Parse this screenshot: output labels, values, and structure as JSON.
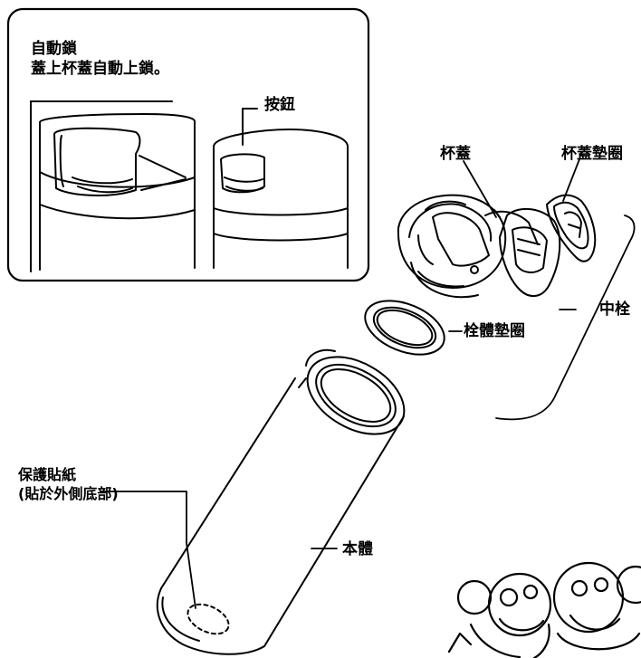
{
  "inset": {
    "title": "自動鎖",
    "subtitle": "蓋上杯蓋自動上鎖。",
    "button_label": "按鈕"
  },
  "labels": {
    "cup_lid": "杯蓋",
    "cup_lid_gasket": "杯蓋墊圈",
    "center_plug": "中栓",
    "plug_gasket": "栓體墊圈",
    "sticker_line1": "保護貼紙",
    "sticker_line2": "(貼於外側底部)",
    "body": "本體"
  }
}
